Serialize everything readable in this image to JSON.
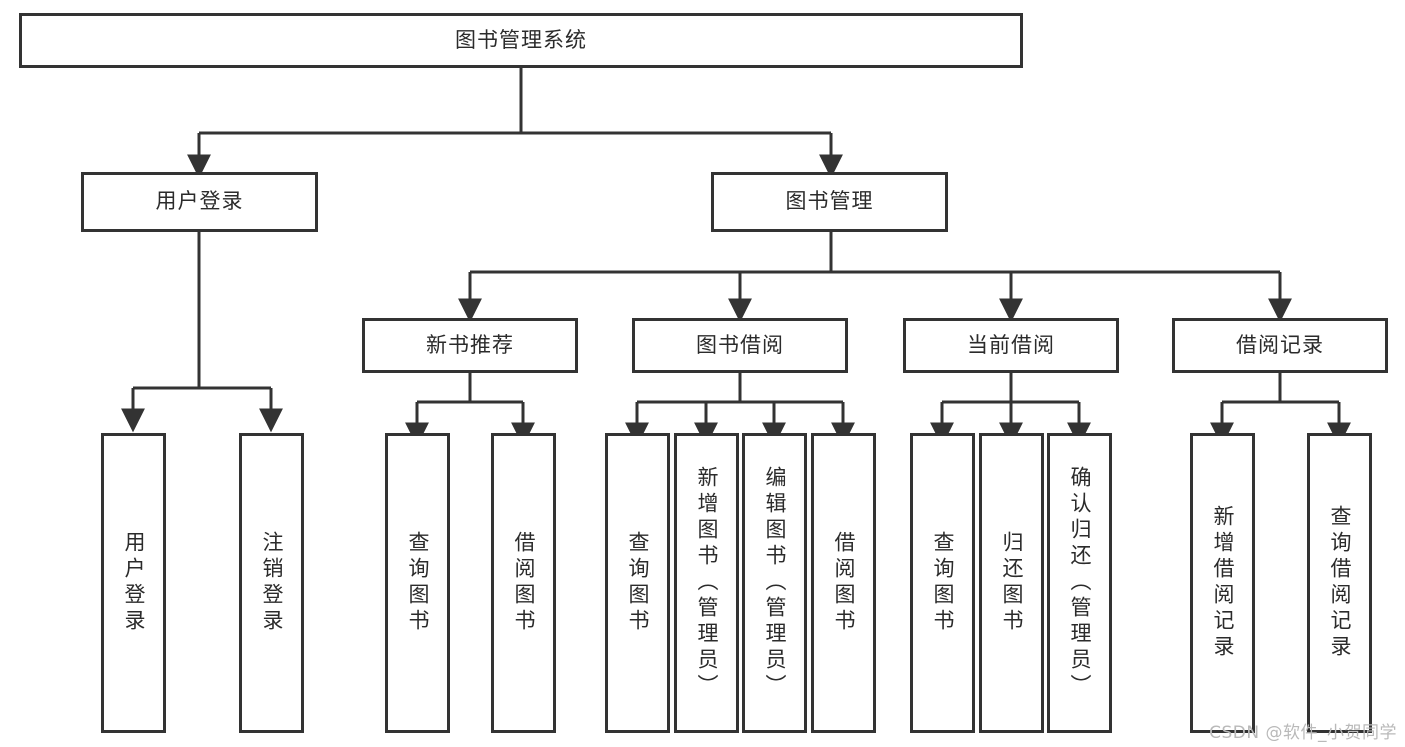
{
  "diagram": {
    "type": "tree",
    "title": "图书管理系统",
    "orientation": "top-down",
    "colors": {
      "box_border": "#333333",
      "box_fill": "#ffffff",
      "text": "#2b2b2b",
      "edge": "#333333",
      "watermark": "#b9b9b9",
      "background": "#ffffff"
    },
    "root": {
      "label": "图书管理系统"
    },
    "level2": [
      {
        "label": "用户登录"
      },
      {
        "label": "图书管理"
      }
    ],
    "level3": [
      {
        "label": "新书推荐"
      },
      {
        "label": "图书借阅"
      },
      {
        "label": "当前借阅"
      },
      {
        "label": "借阅记录"
      }
    ],
    "leaves": {
      "user_login": [
        {
          "label": "用户登录"
        },
        {
          "label": "注销登录"
        }
      ],
      "new_book_recommend": [
        {
          "label": "查询图书"
        },
        {
          "label": "借阅图书"
        }
      ],
      "book_borrow": [
        {
          "label": "查询图书"
        },
        {
          "label": "新增图书（管理员）"
        },
        {
          "label": "编辑图书（管理员）"
        },
        {
          "label": "借阅图书"
        }
      ],
      "current_borrow": [
        {
          "label": "查询图书"
        },
        {
          "label": "归还图书"
        },
        {
          "label": "确认归还（管理员）"
        }
      ],
      "borrow_record": [
        {
          "label": "新增借阅记录"
        },
        {
          "label": "查询借阅记录"
        }
      ]
    }
  },
  "watermark": {
    "text": "CSDN @软件_小贺同学"
  }
}
